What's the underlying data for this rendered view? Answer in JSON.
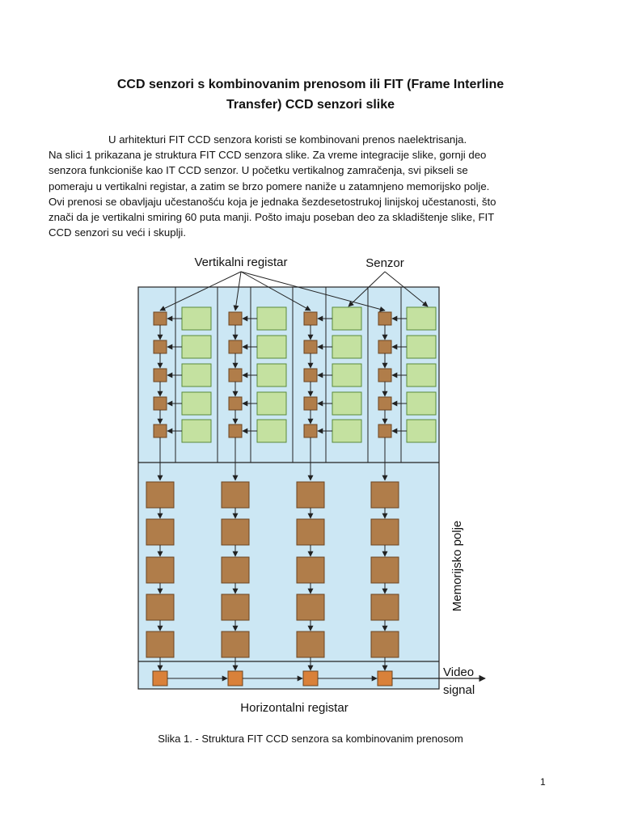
{
  "title": {
    "line1": "CCD senzori s kombinovanim prenosom ili FIT (Frame Interline",
    "line2": "Transfer) CCD senzori slike"
  },
  "paragraph": [
    "U arhitekturi FIT CCD senzora koristi se kombinovani prenos naelektrisanja.",
    "Na slici 1 prikazana je struktura FIT CCD senzora slike. Za vreme integracije slike, gornji deo",
    "senzora funkcioniše kao IT CCD senzor. U početku vertikalnog zamračenja, svi pikseli se",
    "pomeraju u vertikalni registar, a zatim se brzo pomere naniže u zatamnjeno memorijsko polje.",
    "Ovi prenosi se obavljaju učestanošću koja je jednaka šezdesetostrukoj linijskoj učestanosti, što",
    "znači da je vertikalni smiring 60 puta manji. Pošto imaju poseban deo za skladištenje slike, FIT",
    "CCD senzori su veći i skuplji."
  ],
  "figure": {
    "label_vertical_register": "Vertikalni registar",
    "label_sensor": "Senzor",
    "label_memory_field": "Memorijsko polje",
    "label_video_line1": "Video",
    "label_video_line2": "signal",
    "label_horizontal_register": "Horizontalni registar",
    "columns": 4,
    "sensor_rows": 5,
    "memory_rows": 5,
    "colors": {
      "panel_fill": "#cce7f4",
      "sensor_fill": "#c4e1a0",
      "sensor_border": "#5a8a3a",
      "register_fill": "#b07d4a",
      "register_border": "#6b4420",
      "hreg_fill": "#d9813a",
      "line": "#222222"
    }
  },
  "caption": "Slika 1. - Struktura FIT CCD senzora sa kombinovanim prenosom",
  "page_number": "1"
}
